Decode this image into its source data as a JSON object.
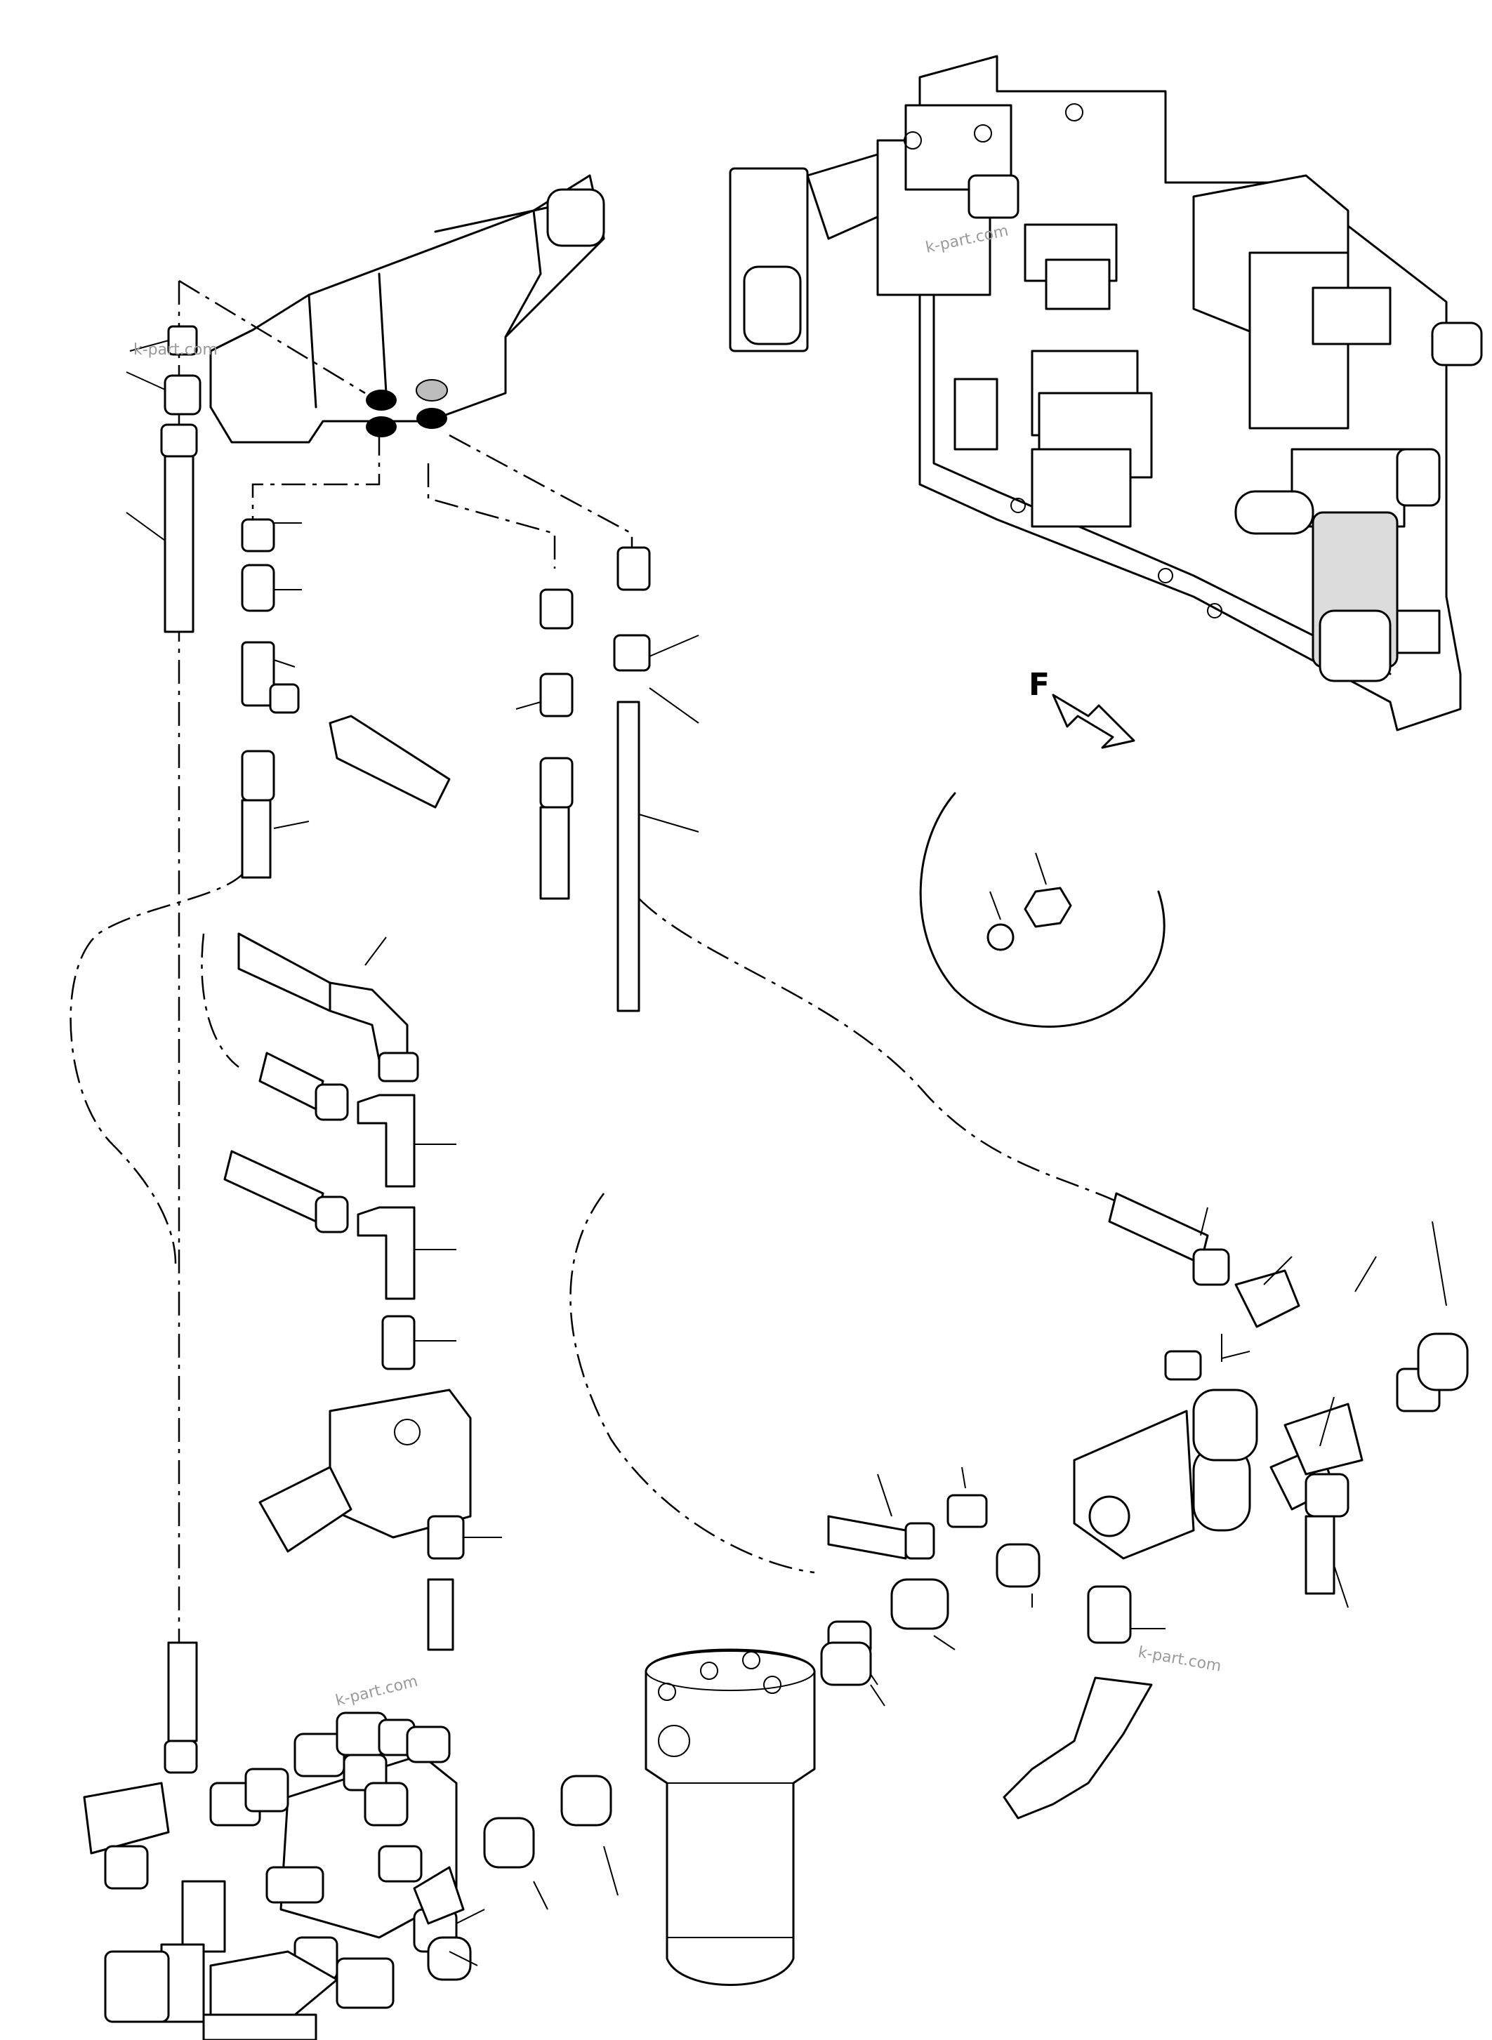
{
  "view_marker": {
    "letter": "F"
  },
  "watermarks": [
    "k-part.com",
    "k-part.com",
    "k-part.com",
    "k-part.com"
  ],
  "colors": {
    "line": "#000000",
    "shade": "#bdbdbd",
    "watermark": "#9a9a9a",
    "background": "#ffffff"
  },
  "icons": {
    "direction_arrow": "hollow-arrow-icon"
  }
}
